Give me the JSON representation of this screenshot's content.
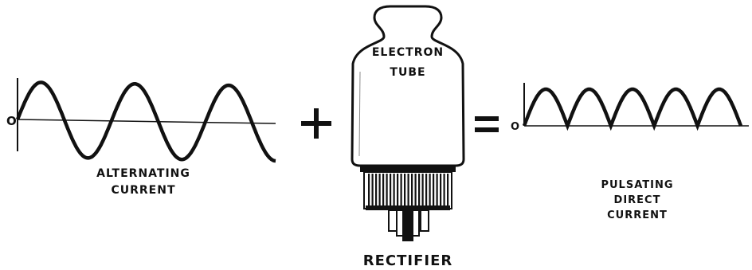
{
  "left_panel": {
    "zero_label": "O",
    "caption_line1": "ALTERNATING",
    "caption_line2": "CURRENT"
  },
  "operators": {
    "plus": "+",
    "equals": "="
  },
  "tube": {
    "label_line1": "ELECTRON",
    "label_line2": "TUBE",
    "caption": "RECTIFIER"
  },
  "right_panel": {
    "zero_label": "O",
    "caption_line1": "PULSATING",
    "caption_line2": "DIRECT",
    "caption_line3": "CURRENT"
  },
  "colors": {
    "ink": "#111111",
    "background": "#ffffff"
  }
}
